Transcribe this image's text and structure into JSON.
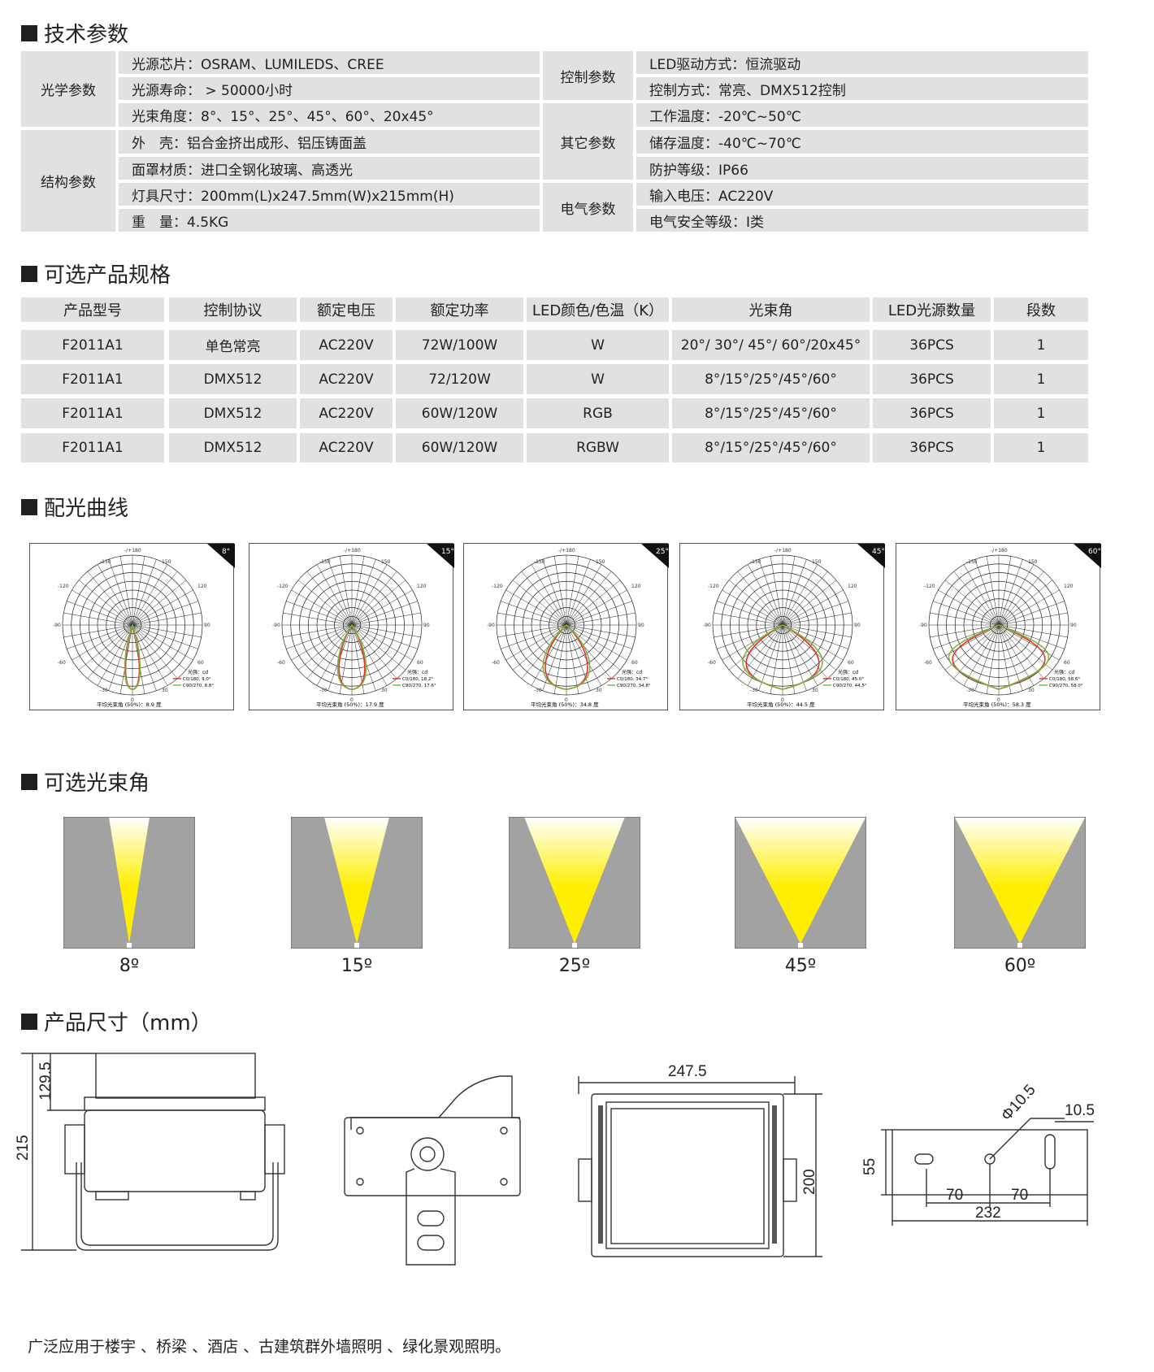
{
  "sections": {
    "tech": "技术参数",
    "options": "可选产品规格",
    "curve": "配光曲线",
    "beam": "可选光束角",
    "dims": "产品尺寸（mm）"
  },
  "tech_params": {
    "optical": {
      "label": "光学参数",
      "rows": [
        "光源芯片：OSRAM、LUMILEDS、CREE",
        "光源寿命： > 50000小时",
        "光束角度：8°、15°、25°、45°、60°、20x45°"
      ]
    },
    "structure": {
      "label": "结构参数",
      "rows": [
        "外　壳：铝合金挤出成形、铝压铸面盖",
        "面罩材质：进口全钢化玻璃、高透光",
        "灯具尺寸：200mm(L)x247.5mm(W)x215mm(H)",
        "重　量：4.5KG"
      ]
    },
    "control": {
      "label": "控制参数",
      "rows": [
        "LED驱动方式：恒流驱动",
        "控制方式：常亮、DMX512控制"
      ]
    },
    "other": {
      "label": "其它参数",
      "rows": [
        "工作温度：-20℃~50℃",
        "储存温度：-40℃~70℃",
        "防护等级：IP66"
      ]
    },
    "electric": {
      "label": "电气参数",
      "rows": [
        "输入电压：AC220V",
        "电气安全等级：I类"
      ]
    }
  },
  "spec_table": {
    "headers": [
      "产品型号",
      "控制协议",
      "额定电压",
      "额定功率",
      "LED颜色/色温（K）",
      "光束角",
      "LED光源数量",
      "段数"
    ],
    "rows": [
      [
        "F2011A1",
        "单色常亮",
        "AC220V",
        "72W/100W",
        "W",
        "20°/ 30°/ 45°/ 60°/20x45°",
        "36PCS",
        "1"
      ],
      [
        "F2011A1",
        "DMX512",
        "AC220V",
        "72/120W",
        "W",
        "8°/15°/25°/45°/60°",
        "36PCS",
        "1"
      ],
      [
        "F2011A1",
        "DMX512",
        "AC220V",
        "60W/120W",
        "RGB",
        "8°/15°/25°/45°/60°",
        "36PCS",
        "1"
      ],
      [
        "F2011A1",
        "DMX512",
        "AC220V",
        "60W/120W",
        "RGBW",
        "8°/15°/25°/45°/60°",
        "36PCS",
        "1"
      ]
    ]
  },
  "polar_charts": [
    {
      "tag": "8°",
      "caption": "平均光束角 (50%)：8.9  度",
      "c0": "C0/180, 9.0°",
      "c90": "C90/270, 8.8°",
      "beam": 8
    },
    {
      "tag": "15°",
      "caption": "平均光束角 (50%)：17.9  度",
      "c0": "C0/180, 18.2°",
      "c90": "C90/270, 17.6°",
      "beam": 15
    },
    {
      "tag": "25°",
      "caption": "平均光束角 (50%)：34.8  度",
      "c0": "C0/180, 34.7°",
      "c90": "C90/270, 34.8°",
      "beam": 25
    },
    {
      "tag": "45°",
      "caption": "平均光束角 (50%)：44.5  度",
      "c0": "C0/180, 45.0°",
      "c90": "C90/270, 44.5°",
      "beam": 45
    },
    {
      "tag": "60°",
      "caption": "平均光束角 (50%)：58.3  度",
      "c0": "C0/180, 58.6°",
      "c90": "C90/270, 58.0°",
      "beam": 60
    }
  ],
  "polar_common": {
    "legend_title": "光强：cd",
    "angle_labels": [
      "-/+180",
      "-150",
      "150",
      "-120",
      "120",
      "-90",
      "90",
      "-60",
      "60",
      "-30",
      "30",
      "0"
    ]
  },
  "beam_angles": [
    {
      "label": "8º",
      "deg": 8
    },
    {
      "label": "15º",
      "deg": 15
    },
    {
      "label": "25º",
      "deg": 25
    },
    {
      "label": "45º",
      "deg": 45
    },
    {
      "label": "60º",
      "deg": 60
    }
  ],
  "dimensions": {
    "h_total": "215",
    "h_bracket": "129.5",
    "width": "247.5",
    "height": "200",
    "hole_dia": "Φ10.5",
    "slot": "10.5",
    "bracket_h": "55",
    "spacing_a": "70",
    "spacing_b": "70",
    "bracket_w": "232"
  },
  "footer": "广泛应用于楼宇 、桥梁 、酒店 、古建筑群外墙照明 、绿化景观照明。",
  "colors": {
    "cell": "#e1e1e1",
    "beam_bg": "#a2a2a2",
    "beam_yellow": "#ffee00",
    "curve_red": "#e53030",
    "curve_green": "#7cb43a"
  }
}
